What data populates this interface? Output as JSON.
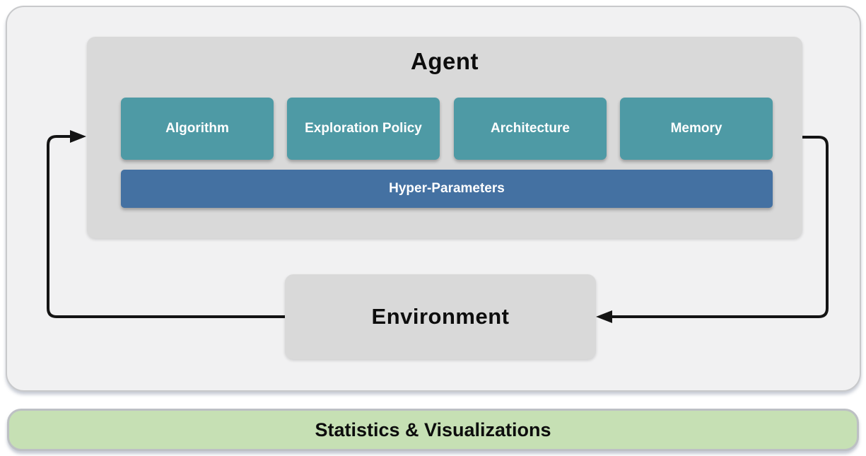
{
  "colors": {
    "module-teal": "#4e9aa5",
    "hyper-blue": "#4471a2",
    "box-gray": "#d9d9d9",
    "panel-bg": "#f1f1f2",
    "panel-border": "#c8c9cb",
    "footer-green": "#c6e0b4",
    "footer-border": "#bdc0c4",
    "arrow-black": "#141414"
  },
  "agent": {
    "title": "Agent",
    "modules": [
      "Algorithm",
      "Exploration Policy",
      "Architecture",
      "Memory"
    ],
    "hyper_parameters": "Hyper-Parameters"
  },
  "environment": {
    "label": "Environment"
  },
  "footer": {
    "label": "Statistics & Visualizations"
  }
}
